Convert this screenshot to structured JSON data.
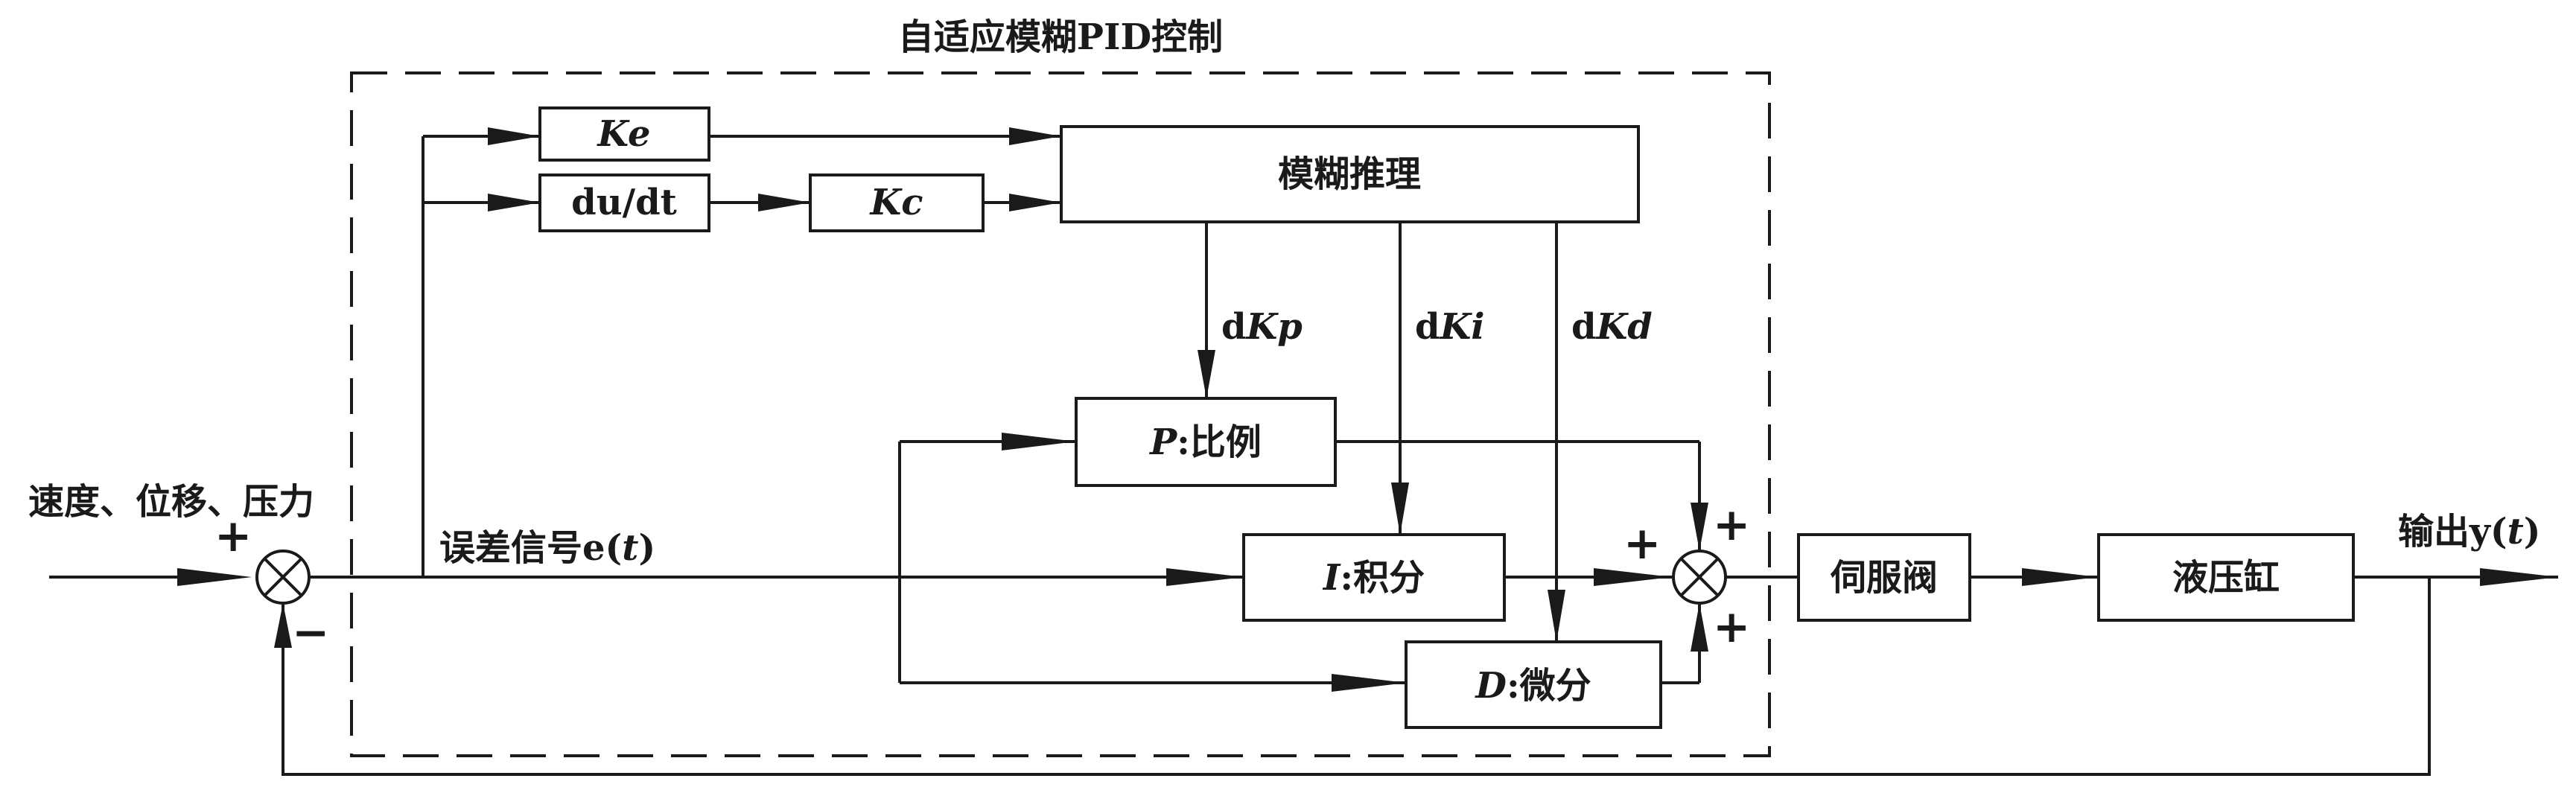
{
  "diagram": {
    "title": "自适应模糊PID控制",
    "input_label": "速度、位移、压力",
    "error_label": {
      "prefix": "误差信号e(",
      "var": "t",
      "suffix": ")"
    },
    "output_label": {
      "prefix": "输出y(",
      "var": "t",
      "suffix": ")"
    },
    "blocks": {
      "ke": "Ke",
      "dudt": "du/dt",
      "kc": "Kc",
      "fuzzy": "模糊推理",
      "p": {
        "var": "P",
        "text": ":比例"
      },
      "i": {
        "var": "I",
        "text": ":积分"
      },
      "d": {
        "var": "D",
        "text": ":微分"
      },
      "servo": "伺服阀",
      "cylinder": "液压缸"
    },
    "signals": {
      "dkp": {
        "prefix": "d",
        "var": "Kp"
      },
      "dki": {
        "prefix": "d",
        "var": "Ki"
      },
      "dkd": {
        "prefix": "d",
        "var": "Kd"
      }
    },
    "signs": {
      "plus": "+",
      "minus": "−"
    }
  }
}
